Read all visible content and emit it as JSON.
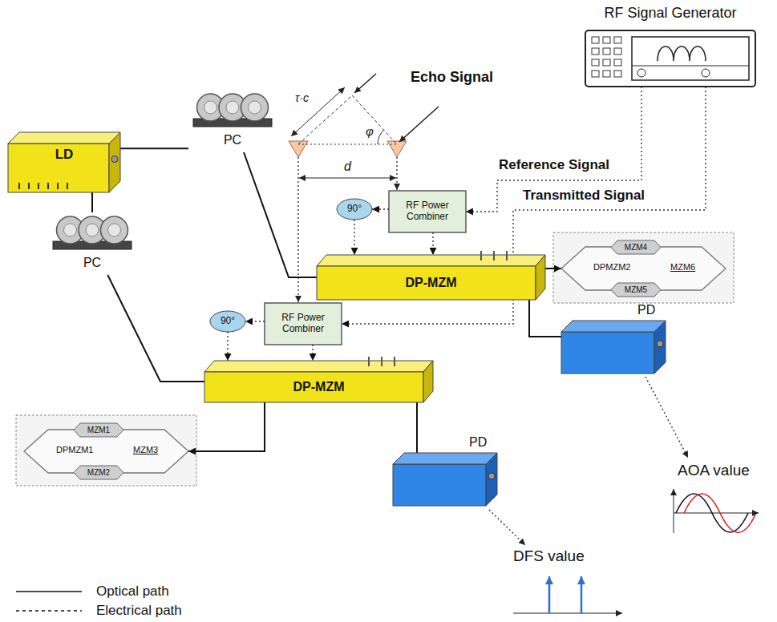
{
  "diagram": {
    "nodes": [
      {
        "text": [
          "LD"
        ]
      },
      {
        "text": [
          "PC"
        ]
      },
      {
        "text": [
          "PC"
        ]
      },
      {
        "text": [
          "RF Signal Generator"
        ]
      },
      {
        "text": [
          "RF Power Combiner"
        ]
      },
      {
        "text": [
          "90°"
        ]
      },
      {
        "text": [
          "DP-MZM"
        ]
      },
      {
        "text": [
          "DPMZM2",
          "MZM6"
        ]
      },
      {
        "text": [
          "MZM4"
        ],
        "in": 7
      },
      {
        "text": [
          "MZM5"
        ],
        "in": 7
      },
      {
        "text": [
          "PD"
        ]
      },
      {
        "text": [
          "RF Power Combiner"
        ]
      },
      {
        "text": [
          "90°"
        ]
      },
      {
        "text": [
          "DP-MZM"
        ]
      },
      {
        "text": [
          "DPMZM1",
          "MZM3"
        ]
      },
      {
        "text": [
          "MZM1"
        ],
        "in": 14
      },
      {
        "text": [
          "MZM2"
        ],
        "in": 14
      },
      {
        "text": [
          "PD"
        ]
      }
    ],
    "edges": [
      {
        "from": 0,
        "to": 1,
        "arrow": "none"
      },
      {
        "from": 0,
        "to": 2,
        "arrow": "none"
      },
      {
        "from": 1,
        "to": 6,
        "arrow": "none"
      },
      {
        "from": 2,
        "to": 13,
        "arrow": "none"
      },
      {
        "from": 3,
        "to": 4,
        "arrow": "to"
      },
      {
        "from": 3,
        "to": 11,
        "arrow": "to"
      },
      {
        "from": 4,
        "to": 5,
        "arrow": "to"
      },
      {
        "from": 5,
        "to": 6,
        "arrow": "to"
      },
      {
        "from": 4,
        "to": 6,
        "arrow": "to"
      },
      {
        "from": 11,
        "to": 12,
        "arrow": "to"
      },
      {
        "from": 12,
        "to": 13,
        "arrow": "to"
      },
      {
        "from": 11,
        "to": 13,
        "arrow": "to"
      },
      {
        "from": 6,
        "to": 7,
        "arrow": "to"
      },
      {
        "from": 6,
        "to": 10,
        "arrow": "none"
      },
      {
        "from": 13,
        "to": 14,
        "arrow": "to"
      },
      {
        "from": 13,
        "to": 17,
        "arrow": "none"
      }
    ],
    "labels": [
      "τ·c",
      "φ",
      "Echo Signal",
      "d",
      "Reference Signal",
      "Transmitted Signal",
      "AOA value",
      "DFS value"
    ],
    "legend": [
      {
        "text": "Optical path"
      },
      {
        "text": "Electrical path"
      }
    ]
  }
}
